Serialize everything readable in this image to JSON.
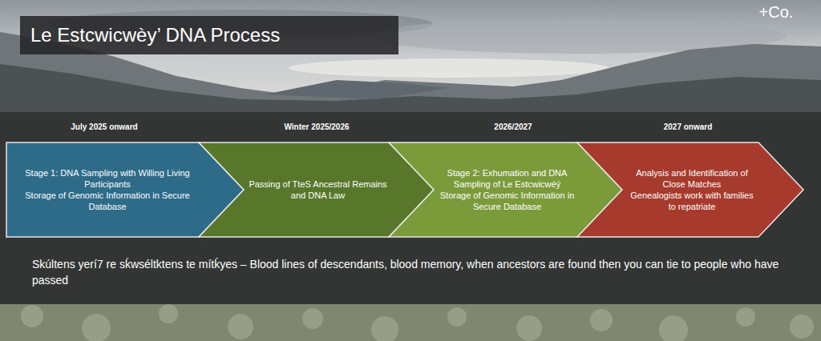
{
  "diagram": {
    "title": "Le Estcwicwèy’ DNA Process",
    "caption": "Skúltens yerí7 re sḱwséltktens te mítḱyes – Blood lines of descendants, blood memory, when ancestors are found then you can tie to people who have passed",
    "nodes": [
      {
        "text": [
          "Stage 1: DNA Sampling with Willing Living Participants",
          "Storage of Genomic Information in Secure Database"
        ]
      },
      {
        "text": [
          "Passing of TteS Ancestral Remains and DNA Law"
        ]
      },
      {
        "text": [
          "Stage 2: Exhumation and DNA Sampling of Le Estcwicwéý",
          "Storage of Genomic Information in Secure Database"
        ]
      },
      {
        "text": [
          "Analysis and Identification of Close Matches",
          "Genealogists work with families to repatriate"
        ]
      }
    ],
    "labels": [
      "+Co.",
      "July 2025 onward",
      "Winter 2025/2026",
      "2026/2027",
      "2027 onward"
    ]
  }
}
